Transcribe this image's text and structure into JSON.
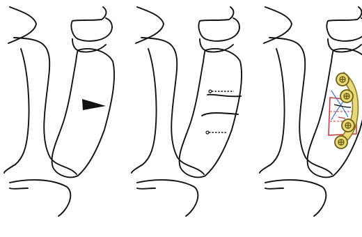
{
  "figure": {
    "panels": [
      {
        "stage": "before-osteotomy",
        "marks": [
          "closing-wedge"
        ]
      },
      {
        "stage": "osteotomy-cuts",
        "marks": [
          "proximal-cut-line",
          "distal-cut-line",
          "drill-holes"
        ]
      },
      {
        "stage": "fixation",
        "marks": [
          "plate",
          "four-screws",
          "bone-graft",
          "blue-sutures"
        ]
      }
    ],
    "colors": {
      "outline": "#111111",
      "wedge": "#111111",
      "plate": "#e8d97a",
      "plate_edge": "#8c7a22",
      "graft": "#d23a3a",
      "suture": "#3d6fd6",
      "background": "#ffffff"
    },
    "icons": [
      "screw-icon",
      "plate-icon"
    ]
  }
}
